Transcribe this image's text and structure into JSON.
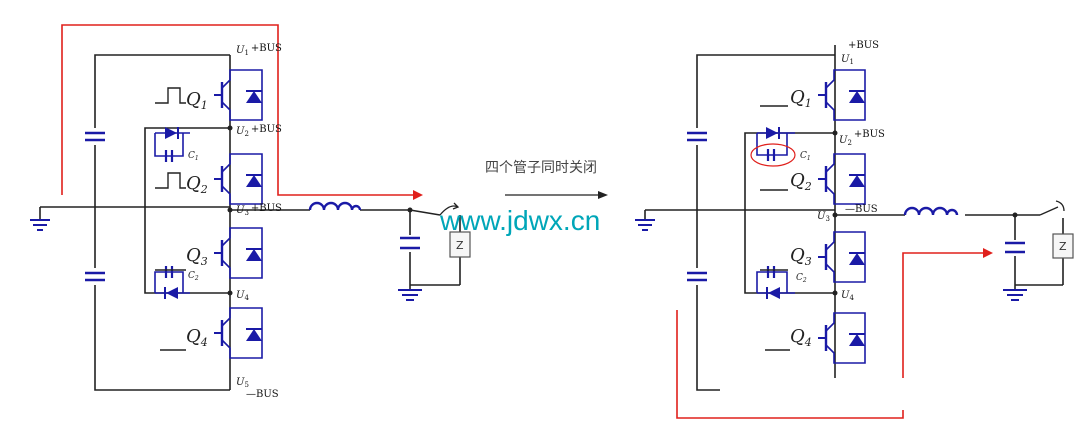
{
  "caption": "四个管子同时关闭",
  "watermark": "www.jdwx.cn",
  "load_label": "Z",
  "transistors": [
    "Q",
    "Q",
    "Q",
    "Q"
  ],
  "transistor_index": [
    "1",
    "2",
    "3",
    "4"
  ],
  "capacitor_prefix": "C",
  "capacitor_index": [
    "1",
    "2"
  ],
  "node_prefix": "U",
  "node_index": [
    "1",
    "2",
    "3",
    "4",
    "5"
  ],
  "left": {
    "u1_bus": "+BUS",
    "u2_bus": "+BUS",
    "u3_bus": "+BUS",
    "u5_bus": "—BUS"
  },
  "right": {
    "u1_bus": "+BUS",
    "u2_bus": "+BUS",
    "u3_bus": "—BUS"
  },
  "colors": {
    "circuit": "#1a1aa6",
    "wire": "#222222",
    "current_path": "#e0201c",
    "watermark": "#00a6b8"
  }
}
